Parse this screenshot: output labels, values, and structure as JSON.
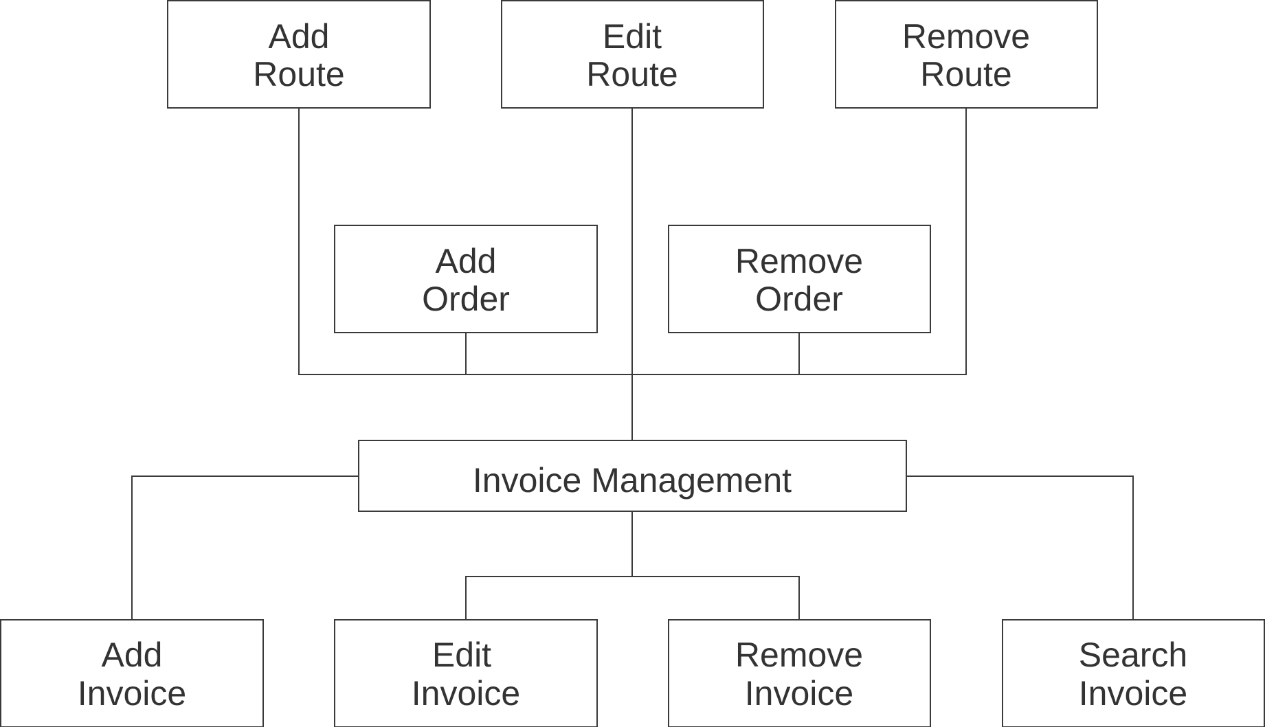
{
  "nodes": {
    "add_route": {
      "line1": "Add",
      "line2": "Route"
    },
    "edit_route": {
      "line1": "Edit",
      "line2": "Route"
    },
    "remove_route": {
      "line1": "Remove",
      "line2": "Route"
    },
    "add_order": {
      "line1": "Add",
      "line2": "Order"
    },
    "remove_order": {
      "line1": "Remove",
      "line2": "Order"
    },
    "invoice_management": {
      "label": "Invoice Management"
    },
    "add_invoice": {
      "line1": "Add",
      "line2": "Invoice"
    },
    "edit_invoice": {
      "line1": "Edit",
      "line2": "Invoice"
    },
    "remove_invoice": {
      "line1": "Remove",
      "line2": "Invoice"
    },
    "search_invoice": {
      "line1": "Search",
      "line2": "Invoice"
    }
  },
  "colors": {
    "stroke": "#3a3a3a",
    "text": "#333333",
    "background": "#ffffff"
  }
}
